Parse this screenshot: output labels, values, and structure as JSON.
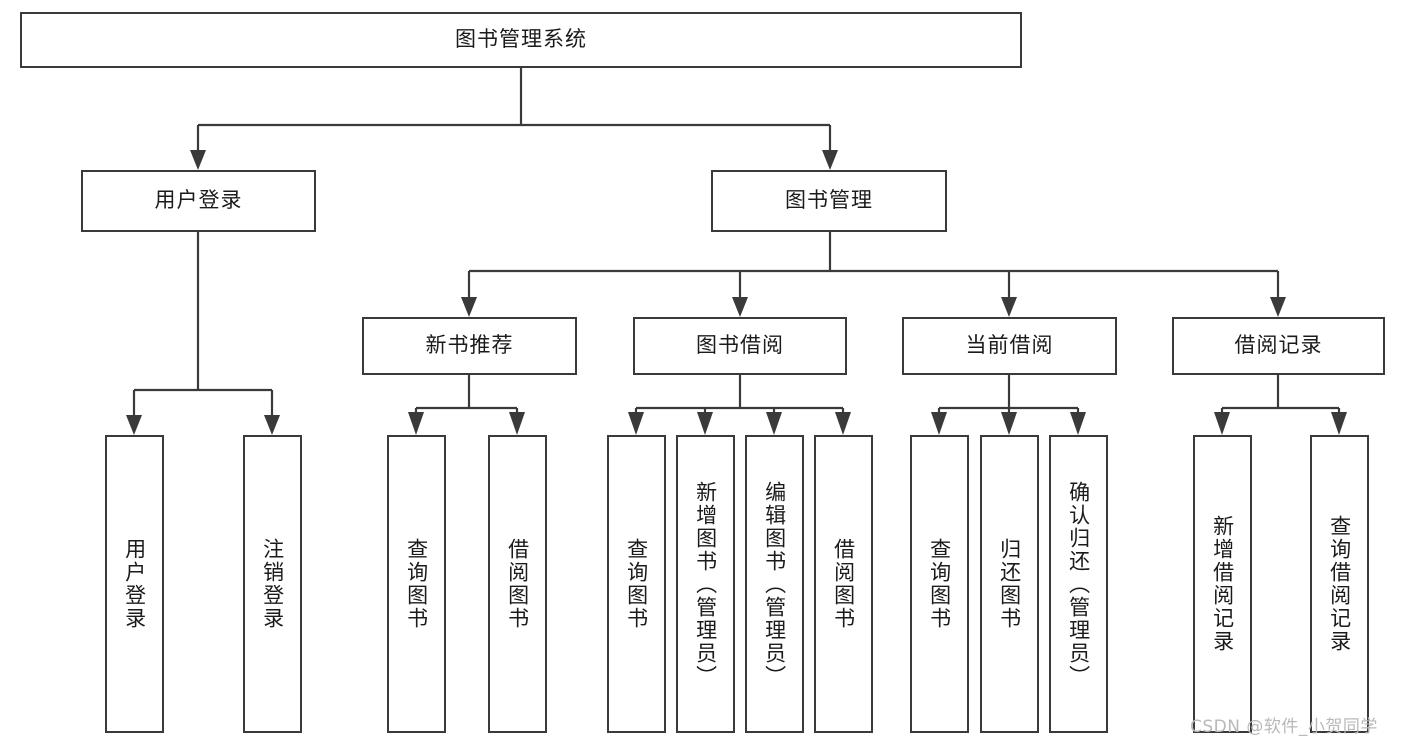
{
  "diagram": {
    "type": "tree",
    "title": "图书管理系统",
    "watermark": "CSDN @软件_小贺同学",
    "colors": {
      "stroke": "#3a3a3a",
      "fill": "#ffffff",
      "text": "#1b1b1b",
      "watermark": "#b9b9b9"
    },
    "nodes": {
      "root": "图书管理系统",
      "l2": {
        "login": "用户登录",
        "books": "图书管理"
      },
      "l3": {
        "newbook": "新书推荐",
        "borrow": "图书借阅",
        "current": "当前借阅",
        "record": "借阅记录"
      },
      "leaves": {
        "login_1": "用户登录",
        "login_2": "注销登录",
        "newbook_1": "查询图书",
        "newbook_2": "借阅图书",
        "borrow_1": "查询图书",
        "borrow_2": "新增图书（管理员）",
        "borrow_3": "编辑图书（管理员）",
        "borrow_4": "借阅图书",
        "current_1": "查询图书",
        "current_2": "归还图书",
        "current_3": "确认归还（管理员）",
        "record_1": "新增借阅记录",
        "record_2": "查询借阅记录"
      }
    }
  }
}
